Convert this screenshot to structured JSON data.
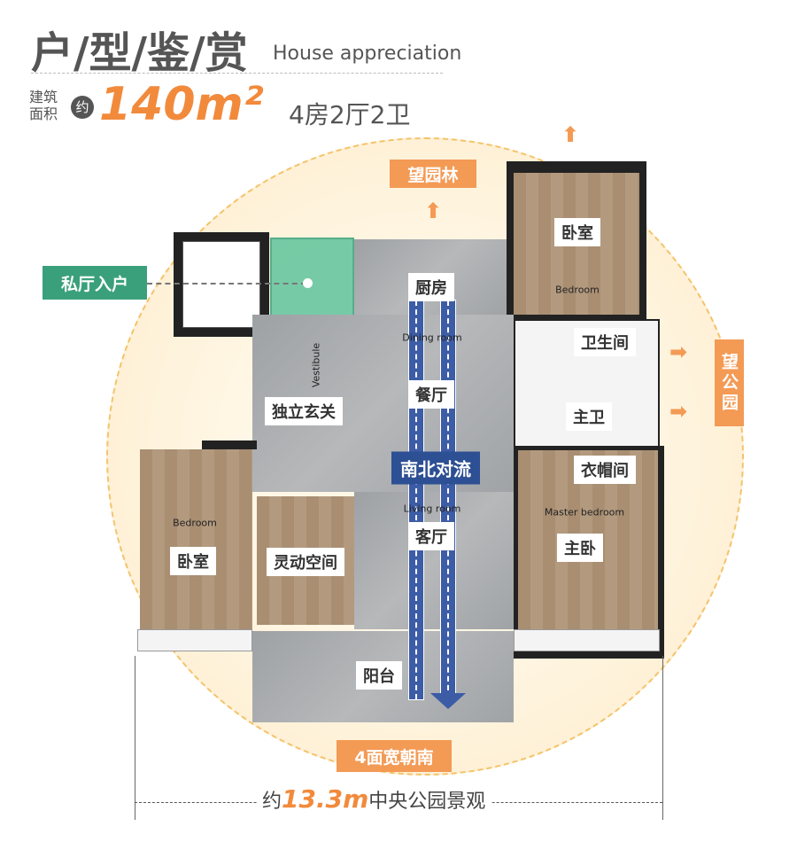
{
  "header": {
    "title": "户/型/鉴/赏",
    "subtitle": "House appreciation",
    "area_label": "建筑面积",
    "approx": "约",
    "area": "140m²",
    "layout": "4房2厅2卫"
  },
  "tags": {
    "garden_view": "望园林",
    "park_view": "望公园",
    "private_entry": "私厅入户",
    "south_facing": "4面宽朝南",
    "flow": "南北对流"
  },
  "rooms": {
    "bedroom_north": "卧室",
    "bedroom_north_en": "Bedroom",
    "kitchen": "厨房",
    "dining_en": "Dining room",
    "bathroom": "卫生间",
    "master_bath": "主卫",
    "dining": "餐厅",
    "vestibule": "独立玄关",
    "vestibule_en": "Vestibule",
    "wardrobe": "衣帽间",
    "master_en": "Master bedroom",
    "living": "客厅",
    "living_en": "Living room",
    "master": "主卧",
    "bedroom_west": "卧室",
    "bedroom_west_en": "Bedroom",
    "flex": "灵动空间",
    "balcony": "阳台"
  },
  "footer": {
    "prefix": "约",
    "width": "13.3m",
    "suffix": "中央公园景观"
  },
  "colors": {
    "accent": "#f28a3c",
    "green": "#3aa07c",
    "blue": "#2d4f93"
  }
}
